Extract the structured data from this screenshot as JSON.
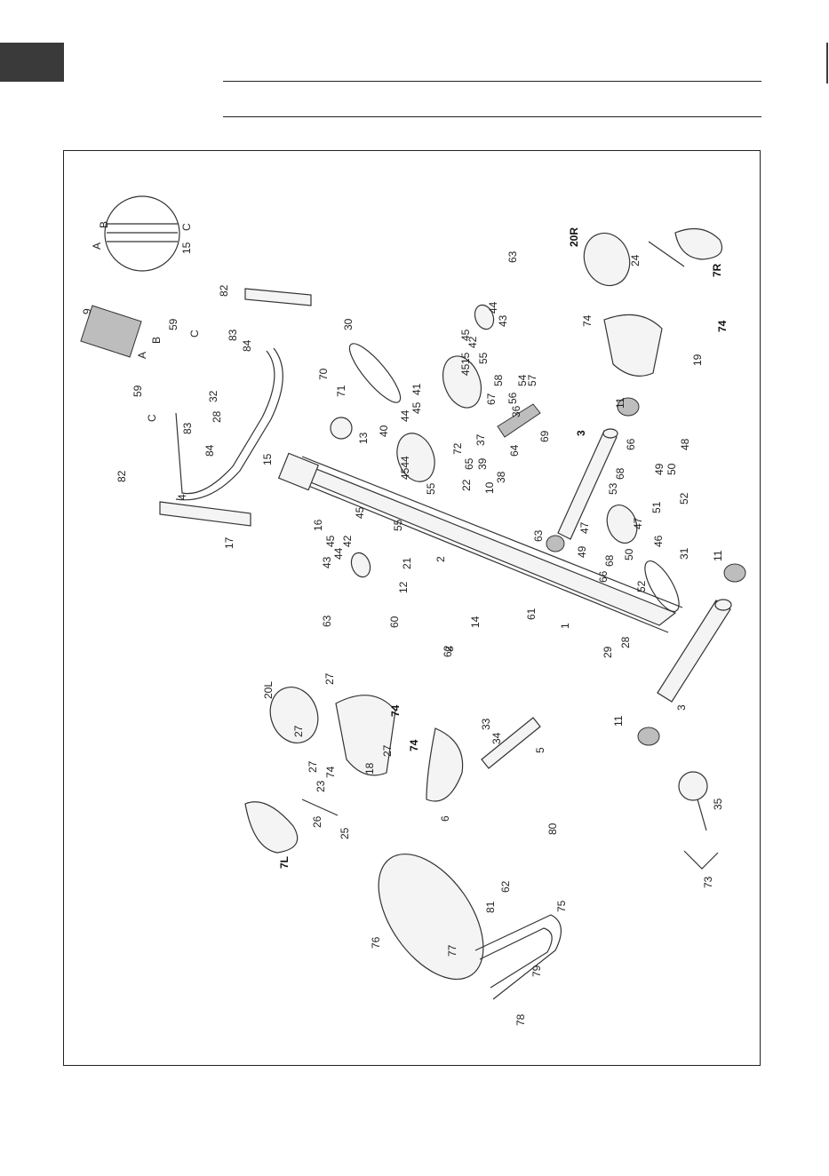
{
  "page": {
    "tab_color": "#3a3a3a"
  },
  "diagram": {
    "labels": [
      {
        "id": "A",
        "text": "A"
      },
      {
        "id": "B",
        "text": "B"
      },
      {
        "id": "C",
        "text": "C"
      },
      {
        "id": "15a",
        "text": "15"
      },
      {
        "id": "9",
        "text": "9"
      },
      {
        "id": "B2",
        "text": "B"
      },
      {
        "id": "A2",
        "text": "A"
      },
      {
        "id": "59a",
        "text": "59"
      },
      {
        "id": "59b",
        "text": "59"
      },
      {
        "id": "82a",
        "text": "82"
      },
      {
        "id": "C2",
        "text": "C"
      },
      {
        "id": "83a",
        "text": "83"
      },
      {
        "id": "84a",
        "text": "84"
      },
      {
        "id": "82b",
        "text": "82"
      },
      {
        "id": "C3",
        "text": "C"
      },
      {
        "id": "83b",
        "text": "83"
      },
      {
        "id": "84b",
        "text": "84"
      },
      {
        "id": "32",
        "text": "32"
      },
      {
        "id": "28a",
        "text": "28"
      },
      {
        "id": "4",
        "text": "4"
      },
      {
        "id": "15b",
        "text": "15"
      },
      {
        "id": "17",
        "text": "17"
      },
      {
        "id": "16",
        "text": "16"
      },
      {
        "id": "30",
        "text": "30"
      },
      {
        "id": "70",
        "text": "70"
      },
      {
        "id": "71",
        "text": "71"
      },
      {
        "id": "13",
        "text": "13"
      },
      {
        "id": "40",
        "text": "40"
      },
      {
        "id": "41",
        "text": "41"
      },
      {
        "id": "45a",
        "text": "45"
      },
      {
        "id": "44a",
        "text": "44"
      },
      {
        "id": "4544",
        "text": "4544"
      },
      {
        "id": "55a",
        "text": "55"
      },
      {
        "id": "55b",
        "text": "55"
      },
      {
        "id": "45b",
        "text": "45"
      },
      {
        "id": "42a",
        "text": "42"
      },
      {
        "id": "44b",
        "text": "44"
      },
      {
        "id": "45c",
        "text": "45"
      },
      {
        "id": "43a",
        "text": "43"
      },
      {
        "id": "63a",
        "text": "63"
      },
      {
        "id": "12",
        "text": "12"
      },
      {
        "id": "21",
        "text": "21"
      },
      {
        "id": "2",
        "text": "2"
      },
      {
        "id": "8",
        "text": "8"
      },
      {
        "id": "60",
        "text": "60"
      },
      {
        "id": "62a",
        "text": "62"
      },
      {
        "id": "14",
        "text": "14"
      },
      {
        "id": "61",
        "text": "61"
      },
      {
        "id": "1",
        "text": "1"
      },
      {
        "id": "43b",
        "text": "43"
      },
      {
        "id": "44c",
        "text": "44"
      },
      {
        "id": "42b",
        "text": "42"
      },
      {
        "id": "45d",
        "text": "45"
      },
      {
        "id": "15c",
        "text": "15"
      },
      {
        "id": "55c",
        "text": "55"
      },
      {
        "id": "45e",
        "text": "45"
      },
      {
        "id": "63b",
        "text": "63"
      },
      {
        "id": "36",
        "text": "36"
      },
      {
        "id": "67",
        "text": "67"
      },
      {
        "id": "58",
        "text": "58"
      },
      {
        "id": "57",
        "text": "57"
      },
      {
        "id": "54",
        "text": "54"
      },
      {
        "id": "56",
        "text": "56"
      },
      {
        "id": "72",
        "text": "72"
      },
      {
        "id": "37",
        "text": "37"
      },
      {
        "id": "69",
        "text": "69"
      },
      {
        "id": "64",
        "text": "64"
      },
      {
        "id": "39",
        "text": "39"
      },
      {
        "id": "65",
        "text": "65"
      },
      {
        "id": "38",
        "text": "38"
      },
      {
        "id": "22",
        "text": "22"
      },
      {
        "id": "10",
        "text": "10"
      },
      {
        "id": "3a",
        "text": "3"
      },
      {
        "id": "66a",
        "text": "66"
      },
      {
        "id": "48",
        "text": "48"
      },
      {
        "id": "68a",
        "text": "68"
      },
      {
        "id": "53",
        "text": "53"
      },
      {
        "id": "49a",
        "text": "49"
      },
      {
        "id": "50a",
        "text": "50"
      },
      {
        "id": "51",
        "text": "51"
      },
      {
        "id": "52a",
        "text": "52"
      },
      {
        "id": "47a",
        "text": "47"
      },
      {
        "id": "46",
        "text": "46"
      },
      {
        "id": "63c",
        "text": "63"
      },
      {
        "id": "47b",
        "text": "47"
      },
      {
        "id": "49b",
        "text": "49"
      },
      {
        "id": "68b",
        "text": "68"
      },
      {
        "id": "50b",
        "text": "50"
      },
      {
        "id": "66b",
        "text": "66"
      },
      {
        "id": "52b",
        "text": "52"
      },
      {
        "id": "11a",
        "text": "11"
      },
      {
        "id": "11b",
        "text": "11"
      },
      {
        "id": "31",
        "text": "31"
      },
      {
        "id": "11c",
        "text": "11"
      },
      {
        "id": "29",
        "text": "29"
      },
      {
        "id": "28b",
        "text": "28"
      },
      {
        "id": "3b",
        "text": "3"
      },
      {
        "id": "20R",
        "text": "20R"
      },
      {
        "id": "24",
        "text": "24"
      },
      {
        "id": "7R",
        "text": "7R"
      },
      {
        "id": "74a",
        "text": "74"
      },
      {
        "id": "19",
        "text": "19"
      },
      {
        "id": "74b",
        "text": "74"
      },
      {
        "id": "20L",
        "text": "20L"
      },
      {
        "id": "27a",
        "text": "27"
      },
      {
        "id": "27b",
        "text": "27"
      },
      {
        "id": "27c",
        "text": "27"
      },
      {
        "id": "18",
        "text": "18"
      },
      {
        "id": "74c",
        "text": "74"
      },
      {
        "id": "27d",
        "text": "27"
      },
      {
        "id": "74d",
        "text": "74"
      },
      {
        "id": "74e",
        "text": "74"
      },
      {
        "id": "33",
        "text": "33"
      },
      {
        "id": "34",
        "text": "34"
      },
      {
        "id": "5",
        "text": "5"
      },
      {
        "id": "6",
        "text": "6"
      },
      {
        "id": "23",
        "text": "23"
      },
      {
        "id": "26",
        "text": "26"
      },
      {
        "id": "25",
        "text": "25"
      },
      {
        "id": "7L",
        "text": "7L"
      },
      {
        "id": "35",
        "text": "35"
      },
      {
        "id": "73",
        "text": "73"
      },
      {
        "id": "80",
        "text": "80"
      },
      {
        "id": "62b",
        "text": "62"
      },
      {
        "id": "81",
        "text": "81"
      },
      {
        "id": "75",
        "text": "75"
      },
      {
        "id": "76",
        "text": "76"
      },
      {
        "id": "77",
        "text": "77"
      },
      {
        "id": "79",
        "text": "79"
      },
      {
        "id": "78",
        "text": "78"
      }
    ]
  }
}
